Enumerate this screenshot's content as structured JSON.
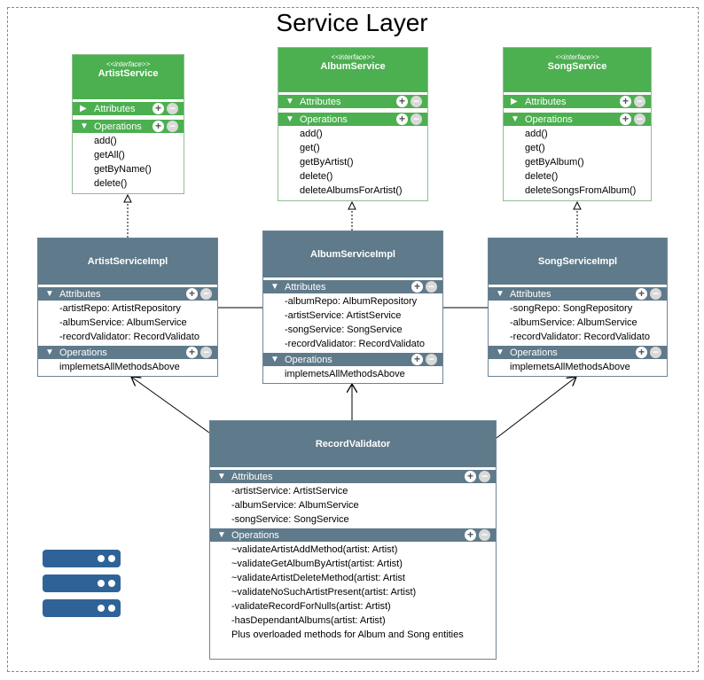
{
  "title": "Service Layer",
  "stereotype": "<<interface>>",
  "artist_service": {
    "name": "ArtistService",
    "attributes_label": "Attributes",
    "operations_label": "Operations",
    "operations": [
      "add()",
      "getAll()",
      "getByName()",
      "delete()"
    ]
  },
  "album_service": {
    "name": "AlbumService",
    "attributes_label": "Attributes",
    "operations_label": "Operations",
    "operations": [
      "add()",
      "get()",
      "getByArtist()",
      "delete()",
      "deleteAlbumsForArtist()"
    ]
  },
  "song_service": {
    "name": "SongService",
    "attributes_label": "Attributes",
    "operations_label": "Operations",
    "operations": [
      "add()",
      "get()",
      "getByAlbum()",
      "delete()",
      "deleteSongsFromAlbum()"
    ]
  },
  "artist_impl": {
    "name": "ArtistServiceImpl",
    "attributes_label": "Attributes",
    "attributes": [
      "-artistRepo:  ArtistRepository",
      "-albumService: AlbumService",
      "-recordValidator: RecordValidato"
    ],
    "operations_label": "Operations",
    "operations": [
      "implemetsAllMethodsAbove"
    ]
  },
  "album_impl": {
    "name": "AlbumServiceImpl",
    "attributes_label": "Attributes",
    "attributes": [
      "-albumRepo:  AlbumRepository",
      "-artistService: ArtistService",
      "-songService: SongService",
      "-recordValidator: RecordValidato"
    ],
    "operations_label": "Operations",
    "operations": [
      "implemetsAllMethodsAbove"
    ]
  },
  "song_impl": {
    "name": "SongServiceImpl",
    "attributes_label": "Attributes",
    "attributes": [
      "-songRepo: SongRepository",
      "-albumService: AlbumService",
      "-recordValidator: RecordValidato"
    ],
    "operations_label": "Operations",
    "operations": [
      "implemetsAllMethodsAbove"
    ]
  },
  "record_validator": {
    "name": "RecordValidator",
    "attributes_label": "Attributes",
    "attributes": [
      "-artistService: ArtistService",
      "-albumService: AlbumService",
      "-songService: SongService"
    ],
    "operations_label": "Operations",
    "operations": [
      "~validateArtistAddMethod(artist: Artist)",
      "~validateGetAlbumByArtist(artist: Artist)",
      "~validateArtistDeleteMethod(artist: Artist",
      "~validateNoSuchArtistPresent(artist: Artist)",
      "-validateRecordForNulls(artist: Artist)",
      "-hasDependantAlbums(artist: Artist)",
      "Plus overloaded methods for Album and Song entities"
    ]
  },
  "colors": {
    "class_header": "#5f7a8a",
    "interface_header": "#4caf50",
    "database_icon": "#2f6397"
  },
  "icons": {
    "expanded": "triangle-down-icon",
    "collapsed": "triangle-right-icon",
    "add": "plus-icon",
    "remove": "minus-icon",
    "database": "server-stack-icon"
  }
}
